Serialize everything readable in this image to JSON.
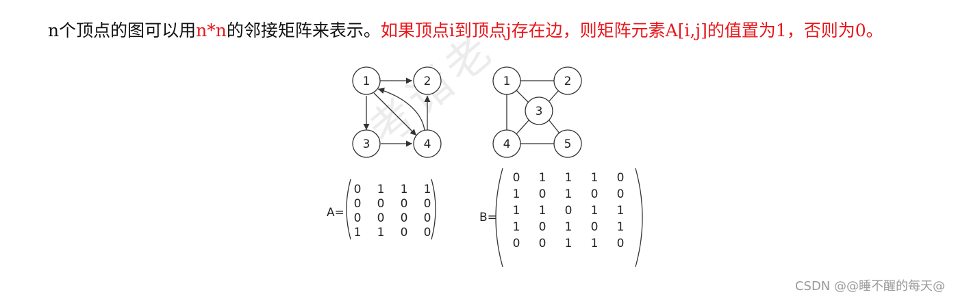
{
  "paragraph": {
    "p1": "n个顶点的图可以用",
    "p2": "n*n",
    "p3": "的邻接矩阵来表示。",
    "p4": "如果顶点i到顶点j存在边，则矩阵元素A[i,j]的值置为1，否则为0。"
  },
  "graph_a": {
    "nodes": [
      "1",
      "2",
      "3",
      "4"
    ],
    "edges": [
      {
        "from": "1",
        "to": "2",
        "directed": true
      },
      {
        "from": "1",
        "to": "3",
        "directed": true
      },
      {
        "from": "1",
        "to": "4",
        "directed": true
      },
      {
        "from": "3",
        "to": "4",
        "directed": true
      },
      {
        "from": "4",
        "to": "1",
        "directed": true
      },
      {
        "from": "4",
        "to": "2",
        "directed": true
      }
    ]
  },
  "graph_b": {
    "nodes": [
      "1",
      "2",
      "3",
      "4",
      "5"
    ],
    "edges": [
      {
        "from": "1",
        "to": "2"
      },
      {
        "from": "1",
        "to": "3"
      },
      {
        "from": "1",
        "to": "4"
      },
      {
        "from": "2",
        "to": "3"
      },
      {
        "from": "3",
        "to": "4"
      },
      {
        "from": "3",
        "to": "5"
      },
      {
        "from": "4",
        "to": "5"
      }
    ]
  },
  "matrix_a": {
    "label": "A=",
    "rows": [
      [
        "0",
        "1",
        "1",
        "1"
      ],
      [
        "0",
        "0",
        "0",
        "0"
      ],
      [
        "0",
        "0",
        "0",
        "0"
      ],
      [
        "1",
        "1",
        "0",
        "0"
      ]
    ]
  },
  "matrix_b": {
    "label": "B=",
    "rows": [
      [
        "0",
        "1",
        "1",
        "1",
        "0"
      ],
      [
        "1",
        "0",
        "1",
        "0",
        "0"
      ],
      [
        "1",
        "1",
        "0",
        "1",
        "1"
      ],
      [
        "1",
        "0",
        "1",
        "0",
        "1"
      ],
      [
        "0",
        "0",
        "1",
        "1",
        "0"
      ]
    ]
  },
  "watermark": "考诸老",
  "credit": "CSDN @@睡不醒的每天@"
}
